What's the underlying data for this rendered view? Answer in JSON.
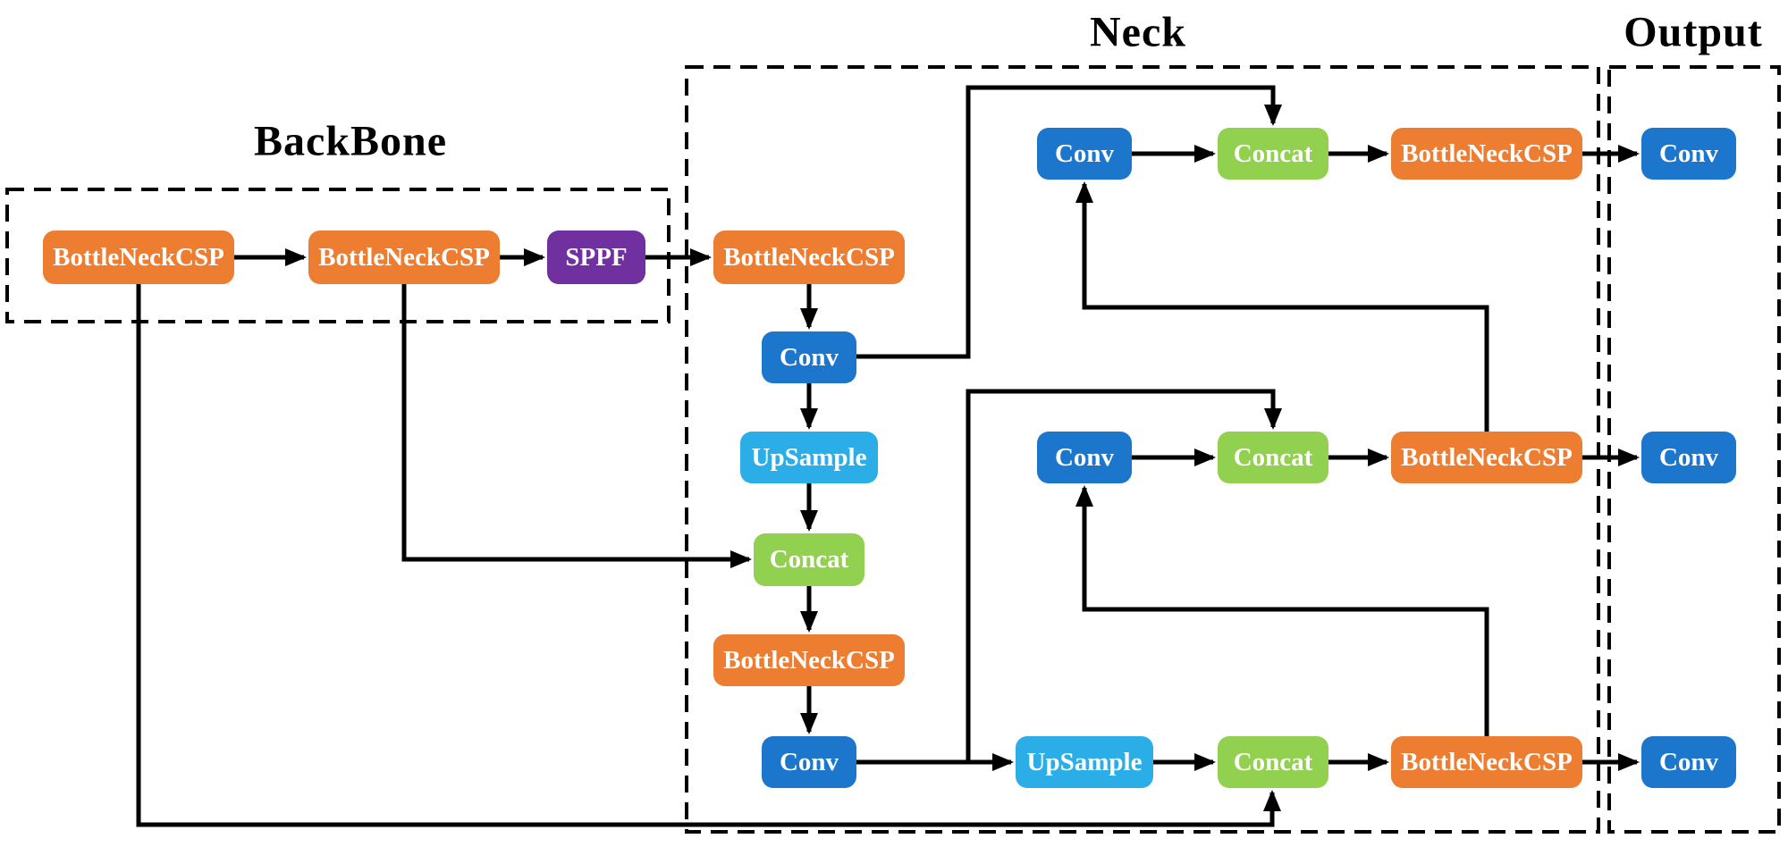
{
  "sections": {
    "backbone": {
      "title": "BackBone"
    },
    "neck": {
      "title": "Neck"
    },
    "output": {
      "title": "Output"
    }
  },
  "colors": {
    "bottleneckcsp": "#ED7D31",
    "sppf": "#7030A0",
    "conv": "#1B76CC",
    "upsample": "#2BAEE8",
    "concat": "#92D050",
    "connector": "#000000",
    "node_text": "#FFFFFF",
    "section_title_text": "#000000"
  },
  "nodes": {
    "backbone_csp1": {
      "label": "BottleNeckCSP"
    },
    "backbone_csp2": {
      "label": "BottleNeckCSP"
    },
    "backbone_sppf": {
      "label": "SPPF"
    },
    "neck_csp1": {
      "label": "BottleNeckCSP"
    },
    "neck_conv1": {
      "label": "Conv"
    },
    "neck_upsample1": {
      "label": "UpSample"
    },
    "neck_concat1": {
      "label": "Concat"
    },
    "neck_csp2": {
      "label": "BottleNeckCSP"
    },
    "neck_conv2": {
      "label": "Conv"
    },
    "neck_conv_top": {
      "label": "Conv"
    },
    "neck_concat_top": {
      "label": "Concat"
    },
    "neck_csp_top": {
      "label": "BottleNeckCSP"
    },
    "neck_conv_mid": {
      "label": "Conv"
    },
    "neck_concat_mid": {
      "label": "Concat"
    },
    "neck_csp_mid": {
      "label": "BottleNeckCSP"
    },
    "neck_upsample2": {
      "label": "UpSample"
    },
    "neck_concat_bottom": {
      "label": "Concat"
    },
    "neck_csp_bottom": {
      "label": "BottleNeckCSP"
    },
    "output_conv_top": {
      "label": "Conv"
    },
    "output_conv_mid": {
      "label": "Conv"
    },
    "output_conv_bottom": {
      "label": "Conv"
    }
  }
}
